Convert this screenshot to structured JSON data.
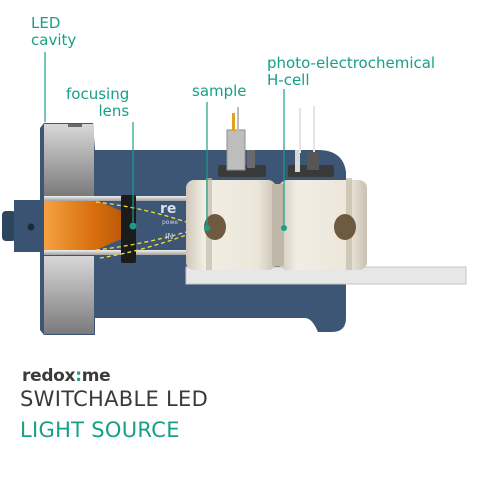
{
  "labels": {
    "led_cavity": "LED\ncavity",
    "focusing_lens": "focusing\nlens",
    "sample": "sample",
    "h_cell": "photo-electrochemical\nH-cell"
  },
  "brand": {
    "prefix": "redox",
    "accent": ":",
    "suffix": "me"
  },
  "title": {
    "line1": "SWITCHABLE LED",
    "line2": "LIGHT SOURCE"
  },
  "device_text": {
    "logo_fragment": "re",
    "power_fragment": "powe",
    "in_fragment": "IN"
  },
  "colors": {
    "accent": "#17a086",
    "body": "#3e5675",
    "light": "#e07a10",
    "cell": "#eae4d8"
  }
}
